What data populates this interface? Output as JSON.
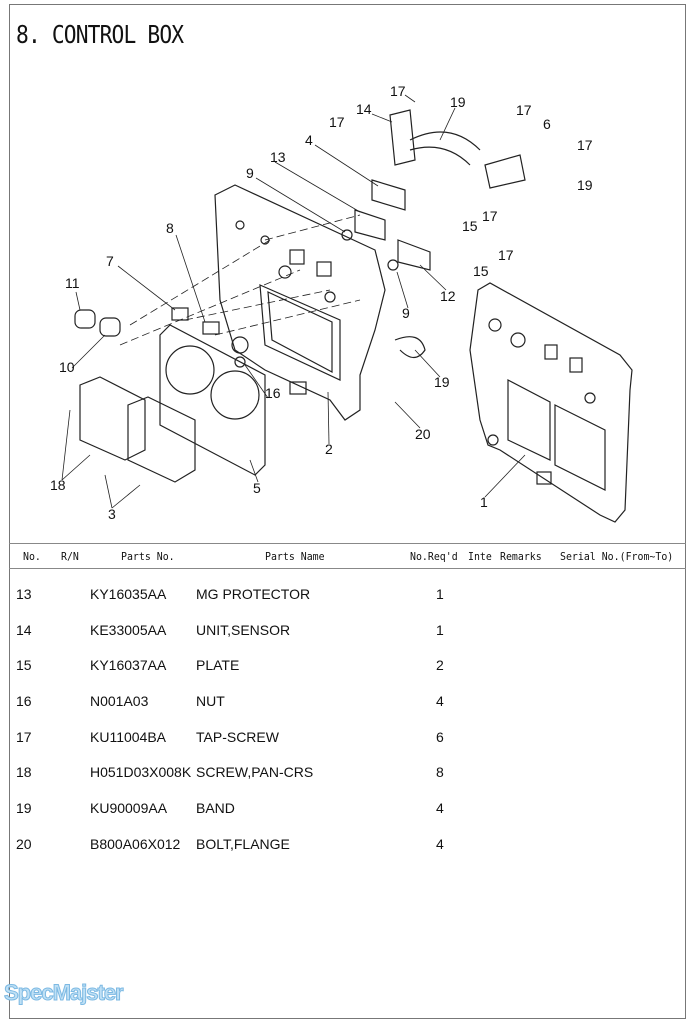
{
  "title": "8. CONTROL BOX",
  "callouts": [
    "17",
    "14",
    "19",
    "17",
    "17",
    "6",
    "4",
    "17",
    "13",
    "19",
    "9",
    "15",
    "17",
    "8",
    "17",
    "15",
    "7",
    "12",
    "11",
    "9",
    "10",
    "19",
    "16",
    "20",
    "2",
    "18",
    "5",
    "3",
    "1"
  ],
  "headers": {
    "no": "No.",
    "rn": "R/N",
    "parts_no": "Parts No.",
    "parts_name": "Parts Name",
    "qty": "No.Req'd",
    "inte": "Inte",
    "remarks": "Remarks",
    "serial": "Serial No.(From~To)"
  },
  "rows": [
    {
      "no": "13",
      "parts_no": "KY16035AA",
      "name": "MG PROTECTOR",
      "qty": "1"
    },
    {
      "no": "14",
      "parts_no": "KE33005AA",
      "name": "UNIT,SENSOR",
      "qty": "1"
    },
    {
      "no": "15",
      "parts_no": "KY16037AA",
      "name": "PLATE",
      "qty": "2"
    },
    {
      "no": "16",
      "parts_no": "N001A03",
      "name": "NUT",
      "qty": "4"
    },
    {
      "no": "17",
      "parts_no": "KU11004BA",
      "name": "TAP-SCREW",
      "qty": "6"
    },
    {
      "no": "18",
      "parts_no": "H051D03X008K",
      "name": "SCREW,PAN-CRS",
      "qty": "8"
    },
    {
      "no": "19",
      "parts_no": "KU90009AA",
      "name": "BAND",
      "qty": "4"
    },
    {
      "no": "20",
      "parts_no": "B800A06X012",
      "name": "BOLT,FLANGE",
      "qty": "4"
    }
  ],
  "watermark": "SpecMajster"
}
